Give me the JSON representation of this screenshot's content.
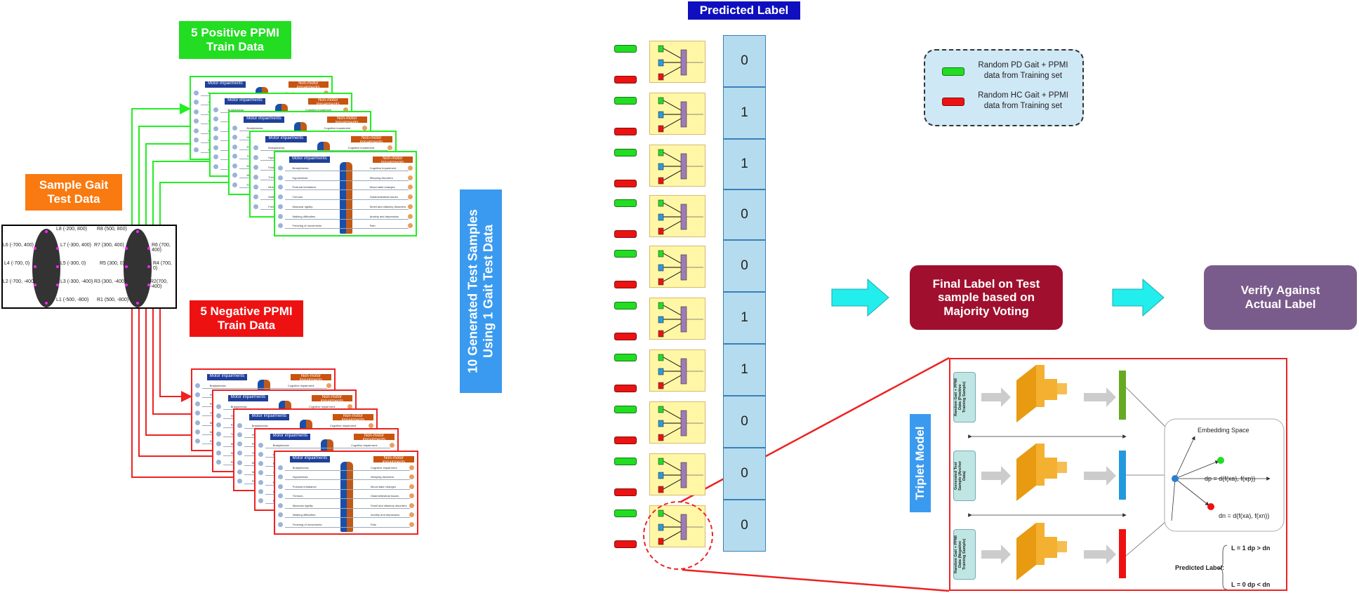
{
  "labels": {
    "positive_train": "5 Positive PPMI\nTrain Data",
    "negative_train": "5 Negative PPMI\nTrain Data",
    "sample_gait": "Sample Gait\nTest Data",
    "generated_samples": "10 Generated Test Samples\nUsing 1 Gait Test Data",
    "predicted_label": "Predicted Label",
    "final_label": "Final Label on Test\nsample based on\nMajority Voting",
    "verify": "Verify Against\nActual Label",
    "triplet_model": "Triplet Model"
  },
  "legend": {
    "pd": "Random PD Gait + PPMI\ndata from Training set",
    "hc": "Random HC Gait + PPMI\ndata from Training set"
  },
  "predicted_values": [
    "0",
    "1",
    "1",
    "0",
    "0",
    "1",
    "1",
    "0",
    "0",
    "0"
  ],
  "footprint_labels": {
    "left": [
      "L8 (-200, 800)",
      "L6 (-700, 400)",
      "L7 (-300, 400)",
      "L4 (-700, 0)",
      "L5 (-300, 0)",
      "L2 (-700, -400)",
      "L3 (-300, -400)",
      "L1 (-500, -800)"
    ],
    "right": [
      "R8 (500, 800)",
      "R7 (300, 400)",
      "R6 (700, 400)",
      "R5 (300, 0)",
      "R4 (700, 0)",
      "R3 (300, -400)",
      "R2(700, -400)",
      "R1 (500, -800)"
    ]
  },
  "card": {
    "motor_header": "Motor impairments",
    "nonmotor_header": "Non-motor impairments",
    "motor_items": [
      "Bradykinesia",
      "Hypokinesia",
      "Postural imbalance",
      "Tremors",
      "Muscular rigidity",
      "Walking difficulties",
      "Freezing of movements"
    ],
    "nonmotor_items": [
      "Cognitive impairment",
      "Sleeping disorders",
      "Mood state changes",
      "Gastrointestinal issues",
      "Smell and olfactory disorders",
      "Anxiety and depression",
      "Pain"
    ]
  },
  "triplet": {
    "input_top": "Random Gait + PPMI\nData (Positive\nTraining Sample)",
    "input_mid": "Generated Test\nSample (Anchor\nData)",
    "input_bot": "Random Gait + PPMI\nData (Negative\nTraining Sample)",
    "embedding_title": "Embedding Space",
    "dp_formula": "dp = d(f(xa), f(xp))",
    "dn_formula": "dn = d(f(xa), f(xn))",
    "predicted_label_caption": "Predicted Label:",
    "rule_1": "L = 1  dp > dn",
    "rule_0": "L = 0  dp < dn"
  },
  "colors": {
    "green": "#22dd22",
    "red": "#ee1111",
    "orange": "#f97a10",
    "blue_title": "#0f0fbf",
    "cyan_arrow": "#22eeee",
    "final_label_bg": "#a0102e",
    "verify_bg": "#7a5c8c",
    "generated_bg": "#3a9af0"
  }
}
